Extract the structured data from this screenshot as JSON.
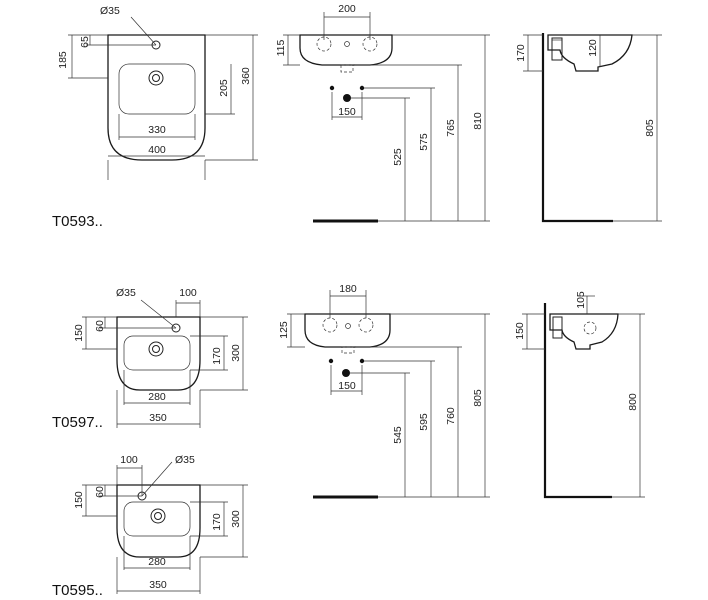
{
  "views": {
    "t0593": {
      "model": "T0593..",
      "front": {
        "hole": "Ø35",
        "d185": "185",
        "d65": "65",
        "d205": "205",
        "d360": "360",
        "d330": "330",
        "d400": "400"
      },
      "side": {
        "d200": "200",
        "d115": "115",
        "d150": "150",
        "d525": "525",
        "d575": "575",
        "d765": "765",
        "d810": "810"
      },
      "profile": {
        "d170": "170",
        "d120": "120",
        "d805": "805"
      }
    },
    "t0597": {
      "model": "T0597..",
      "front": {
        "hole": "Ø35",
        "d100": "100",
        "d150": "150",
        "d60": "60",
        "d170": "170",
        "d300": "300",
        "d280": "280",
        "d350": "350"
      },
      "side": {
        "d180": "180",
        "d125": "125",
        "d150": "150",
        "d545": "545",
        "d595": "595",
        "d760": "760",
        "d805": "805"
      },
      "profile": {
        "d105": "105",
        "d150": "150",
        "d800": "800"
      }
    },
    "t0595": {
      "model": "T0595..",
      "front": {
        "hole": "Ø35",
        "d100": "100",
        "d150": "150",
        "d60": "60",
        "d170": "170",
        "d300": "300",
        "d280": "280",
        "d350": "350"
      }
    }
  }
}
